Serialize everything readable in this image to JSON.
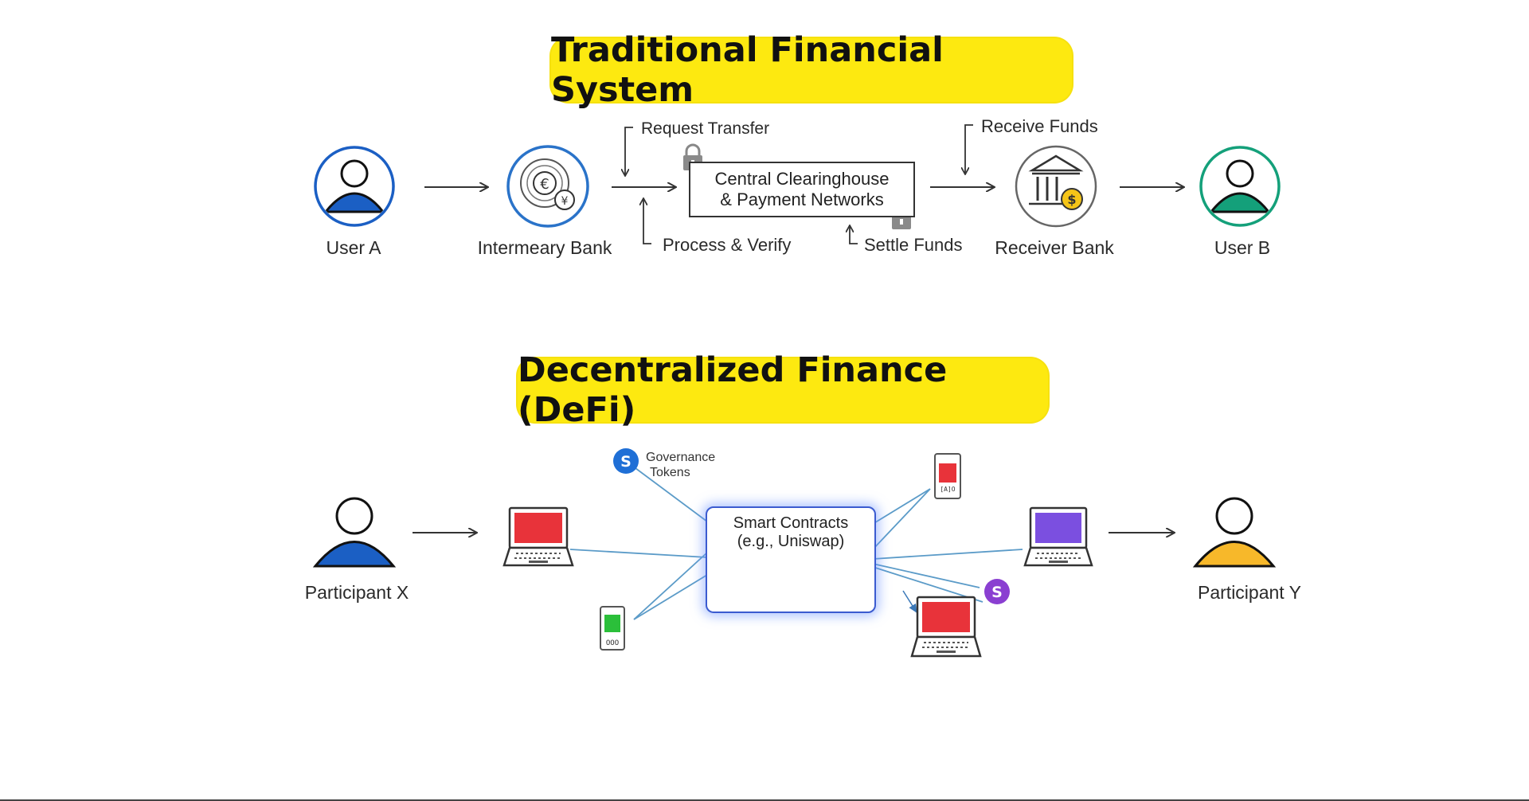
{
  "traditional": {
    "title": "Traditional Financial System",
    "nodes": {
      "user_a": "User A",
      "intermediary_bank": "Intermeary Bank",
      "clearinghouse_line1": "Central Clearinghouse",
      "clearinghouse_line2": "& Payment Networks",
      "receiver_bank": "Receiver Bank",
      "user_b": "User B"
    },
    "steps": {
      "request_transfer": "Request Transfer",
      "process_verify": "Process & Verify",
      "settle_funds": "Settle Funds",
      "receive_funds": "Receive Funds"
    },
    "colors": {
      "user_a": "#1b5fc4",
      "user_b": "#14a07a",
      "bank_circle": "#2a73c9",
      "coin": "#f5c518"
    }
  },
  "defi": {
    "title": "Decentralized Finance (DeFi)",
    "nodes": {
      "participant_x": "Participant X",
      "participant_y": "Participant Y",
      "smart_contracts_line1": "Smart Contracts",
      "smart_contracts_line2": "(e.g., Uniswap)",
      "governance_line1": "Governance",
      "governance_line2": "Tokens",
      "phone_top_screen": "[A]O",
      "phone_bottom_screen": "OOO"
    },
    "colors": {
      "participant_x": "#1b5fc4",
      "participant_y": "#f7b82a",
      "laptop_red": "#e8333a",
      "laptop_purple": "#7b4fe0",
      "phone_green": "#2bbf3a",
      "token_blue": "#1f6fd6",
      "token_purple": "#8a3fd1",
      "links": "#5b9bc8"
    },
    "icons": [
      "user-icon",
      "laptop-icon",
      "phone-icon",
      "ethereum-icon",
      "token-icon"
    ]
  }
}
